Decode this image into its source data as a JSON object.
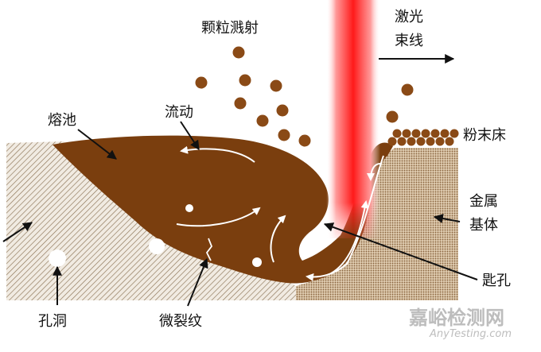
{
  "labels": {
    "spatter": "颗粒溅射",
    "laser_line1": "激光",
    "laser_line2": "束线",
    "melt_pool": "熔池",
    "flow": "流动",
    "powder_bed": "粉末床",
    "metal_line1": "金属",
    "metal_line2": "基体",
    "keyhole": "匙孔",
    "porosity": "孔洞",
    "microcrack": "微裂纹"
  },
  "watermark": {
    "line1": "嘉峪检测网",
    "line2": "AnyTesting.com"
  },
  "colors": {
    "melt": "#7a3e0e",
    "particle": "#8a4a16",
    "laser": "#ff1a1a",
    "arrow": "#111111",
    "hatch": "#8b7355"
  }
}
